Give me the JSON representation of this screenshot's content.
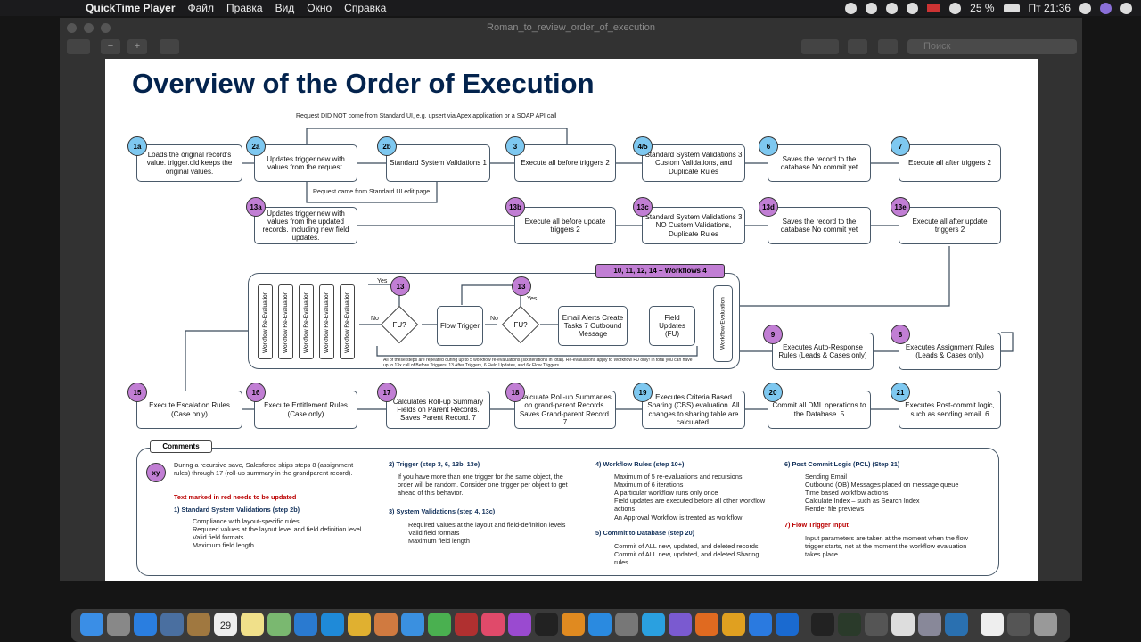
{
  "menubar": {
    "app": "QuickTime Player",
    "menus": [
      "Файл",
      "Правка",
      "Вид",
      "Окно",
      "Справка"
    ],
    "battery": "25 %",
    "clock": "Пт 21:36"
  },
  "window": {
    "title": "Roman_to_review_order_of_execution",
    "search_placeholder": "Поиск"
  },
  "slide": {
    "title": "Overview of the Order of Execution",
    "top_note": "Request DID NOT come from Standard UI, e.g. upsert via Apex application or a SOAP API call",
    "mid_note": "Request came from Standard UI edit page",
    "steps": [
      {
        "id": "1a",
        "text": "Loads the original record's value. trigger.old keeps the original values.",
        "color": "blue"
      },
      {
        "id": "2a",
        "text": "Updates trigger.new with values from the request.",
        "color": "blue"
      },
      {
        "id": "2b",
        "text": "Standard System Validations 1",
        "color": "blue"
      },
      {
        "id": "3",
        "text": "Execute all before triggers 2",
        "color": "blue"
      },
      {
        "id": "4/5",
        "text": "Standard System Validations 3 Custom Validations, and Duplicate Rules",
        "color": "blue"
      },
      {
        "id": "6",
        "text": "Saves the record to the database No commit yet",
        "color": "blue"
      },
      {
        "id": "7",
        "text": "Execute all after triggers 2",
        "color": "blue"
      },
      {
        "id": "13a",
        "text": "Updates trigger.new with values from the updated records. Including new field updates.",
        "color": "purple"
      },
      {
        "id": "13b",
        "text": "Execute all before update triggers 2",
        "color": "purple"
      },
      {
        "id": "13c",
        "text": "Standard System Validations 3 NO Custom Validations, Duplicate Rules",
        "color": "purple"
      },
      {
        "id": "13d",
        "text": "Saves the record to the database No commit yet",
        "color": "purple"
      },
      {
        "id": "13e",
        "text": "Execute all after update triggers 2",
        "color": "purple"
      },
      {
        "id": "8",
        "text": "Executes Assignment Rules (Leads & Cases only)",
        "color": "purple"
      },
      {
        "id": "9",
        "text": "Executes Auto-Response Rules (Leads & Cases only)",
        "color": "purple"
      },
      {
        "id": "15",
        "text": "Execute Escalation Rules (Case only)",
        "color": "purple"
      },
      {
        "id": "16",
        "text": "Execute Entitlement Rules (Case only)",
        "color": "purple"
      },
      {
        "id": "17",
        "text": "Calculates Roll-up Summary Fields on Parent Records. Saves Parent Record. 7",
        "color": "purple"
      },
      {
        "id": "18",
        "text": "Calculate Roll-up Summaries on grand-parent Records. Saves Grand-parent Record. 7",
        "color": "purple"
      },
      {
        "id": "19",
        "text": "Executes Criteria Based Sharing (CBS) evaluation. All changes to sharing table are calculated.",
        "color": "blue"
      },
      {
        "id": "20",
        "text": "Commit all DML operations to the Database. 5",
        "color": "blue"
      },
      {
        "id": "21",
        "text": "Executes Post-commit logic, such as sending email. 6",
        "color": "blue"
      }
    ],
    "workflow": {
      "bar": "10, 11, 12, 14 – Workflows 4",
      "eval": "Workflow Evaluation",
      "field_updates": "Field Updates (FU)",
      "email": "Email Alerts Create Tasks 7 Outbound Message",
      "flow": "Flow Trigger",
      "fu": "FU?",
      "yes": "Yes",
      "no": "No",
      "re_eval": "Workflow Re-Evaluation",
      "badge": "13",
      "footnote": "All of these steps are repeated during up to 5 workflow re-evaluations (six iterations in total). Re-evaluations apply to Workflow FU only! In total you can have up to 13x call of Before Triggers, 13 After Triggers, 6 Field Updates, and 6x Flow Triggers."
    },
    "comments": {
      "tab": "Comments",
      "xy": "xy",
      "c1": "During a recursive save, Salesforce skips steps 8 (assignment rules) through 17 (roll-up summary in the grandparent record).",
      "red": "Text marked in red needs to be updated",
      "s1": "1)   Standard System Validations (step 2b)",
      "s1i": [
        "Compliance with layout-specific rules",
        "Required values at the layout level and field definition level",
        "Valid field formats",
        "Maximum field length"
      ],
      "s2": "2)  Trigger (step 3, 6, 13b, 13e)",
      "s2t": "If you have more than one trigger for the same object, the order will be random. Consider one trigger per object to get ahead of this behavior.",
      "s3": "3)  System Validations (step 4, 13c)",
      "s3i": [
        "Required values at the layout and field-definition levels",
        "Valid field formats",
        "Maximum field length"
      ],
      "s4": "4)  Workflow Rules (step 10+)",
      "s4i": [
        "Maximum of 5 re-evaluations and recursions",
        "Maximum of 6 iterations",
        "A particular workflow runs only once",
        "Field updates are executed before all other workflow actions",
        "An Approval Workflow is treated as workflow"
      ],
      "s5": "5)  Commit to Database (step 20)",
      "s5i": [
        "Commit of ALL new, updated, and deleted records",
        "Commit of ALL new, updated, and deleted Sharing rules"
      ],
      "s6": "6)  Post Commit Logic (PCL) (Step 21)",
      "s6i": [
        "Sending Email",
        "Outbound (OB) Messages placed on message queue",
        "Time based workflow actions",
        "Calculate Index – such as Search Index",
        "Render file previews"
      ],
      "s7": "7)  Flow Trigger Input",
      "s7i": [
        "Input parameters are taken at the moment when the flow trigger starts, not at the moment the workflow evaluation takes place"
      ]
    }
  },
  "dock": {
    "calendar_day": "29"
  }
}
